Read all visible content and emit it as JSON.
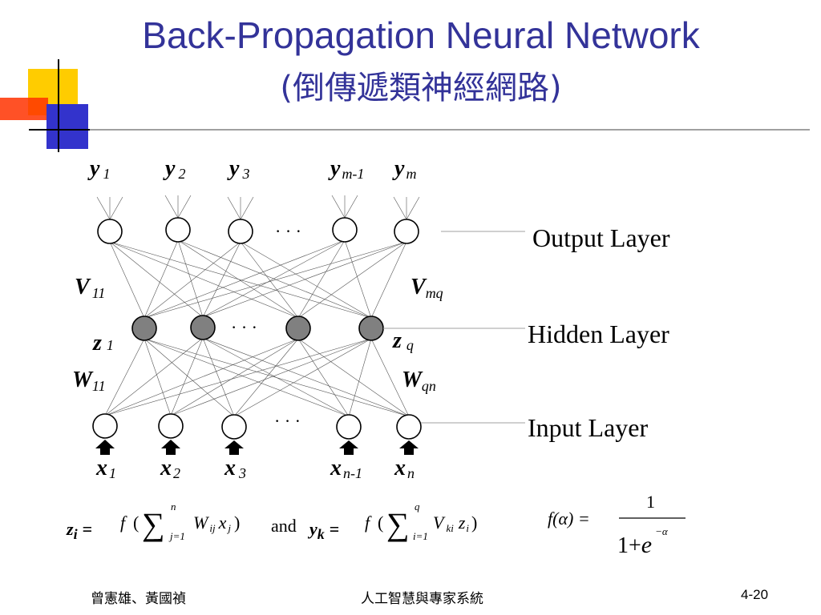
{
  "slide": {
    "title_line1": "Back-Propagation Neural Network",
    "title_line2": "(倒傳遞類神經網路)",
    "footer_left": "曾憲雄、黃國禎",
    "footer_center": "人工智慧與專家系統",
    "footer_right": "4-20"
  },
  "colors": {
    "title": "#333399",
    "deco_yellow": "#ffcc00",
    "deco_red": "#ff3300",
    "deco_blue": "#3333cc",
    "hidden_node": "#808080"
  },
  "layers": {
    "output_label": "Output Layer",
    "hidden_label": "Hidden Layer",
    "input_label": "Input Layer"
  },
  "output_nodes": [
    {
      "base": "y",
      "sub": "1"
    },
    {
      "base": "y",
      "sub": "2"
    },
    {
      "base": "y",
      "sub": "3"
    },
    {
      "base": "y",
      "sub": "m-1"
    },
    {
      "base": "y",
      "sub": "m"
    }
  ],
  "hidden_nodes": [
    {
      "base": "z",
      "sub": "1"
    },
    {
      "base": "z",
      "sub": "q"
    }
  ],
  "input_nodes": [
    {
      "base": "x",
      "sub": "1"
    },
    {
      "base": "x",
      "sub": "2"
    },
    {
      "base": "x",
      "sub": "3"
    },
    {
      "base": "x",
      "sub": "n-1"
    },
    {
      "base": "x",
      "sub": "n"
    }
  ],
  "weights": {
    "v_first": {
      "base": "V",
      "sub": "11"
    },
    "v_last": {
      "base": "V",
      "sub": "mq"
    },
    "w_first": {
      "base": "W",
      "sub": "11"
    },
    "w_last": {
      "base": "W",
      "sub": "qn"
    }
  },
  "ellipsis": "· · ·",
  "formulas": {
    "z_lhs": {
      "base": "z",
      "sub": "i",
      "eq": "="
    },
    "z_rhs": {
      "f": "f",
      "open": "(",
      "sigma": "∑",
      "upper": "n",
      "lower": "j=1",
      "w": "W",
      "w_sub": "ij",
      "x": "x",
      "x_sub": "j",
      "close": ")"
    },
    "and_word": "and",
    "y_lhs": {
      "base": "y",
      "sub": "k",
      "eq": "="
    },
    "y_rhs": {
      "f": "f",
      "open": "(",
      "sigma": "∑",
      "upper": "q",
      "lower": "i=1",
      "v": "V",
      "v_sub": "ki",
      "z": "z",
      "z_sub": "i",
      "close": ")"
    },
    "sigmoid": {
      "lhs": "f(α) =",
      "num": "1",
      "den_base": "1+",
      "den_e": "e",
      "den_exp": "−α"
    }
  }
}
